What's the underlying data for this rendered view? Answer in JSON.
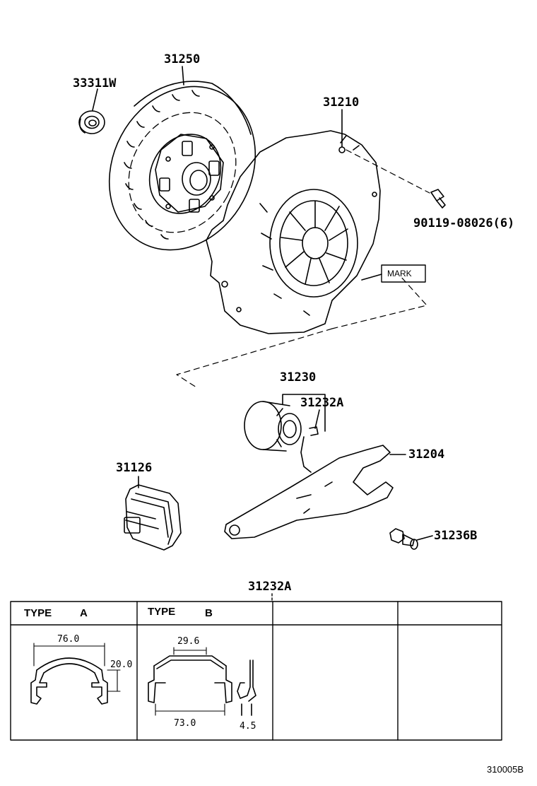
{
  "diagram": {
    "parts": {
      "p33311w": "33311W",
      "p31250": "31250",
      "p31210": "31210",
      "p90119": "90119-08026(6)",
      "mark": "MARK",
      "p31230": "31230",
      "p31232a": "31232A",
      "p31204": "31204",
      "p31126": "31126",
      "p31236b": "31236B"
    },
    "table": {
      "title": "31232A",
      "type_a": {
        "label": "TYPE",
        "letter": "A",
        "dim_width": "76.0",
        "dim_height": "20.0"
      },
      "type_b": {
        "label": "TYPE",
        "letter": "B",
        "dim_top": "29.6",
        "dim_bottom": "73.0",
        "dim_side": "4.5"
      }
    },
    "figure_number": "310005B"
  }
}
